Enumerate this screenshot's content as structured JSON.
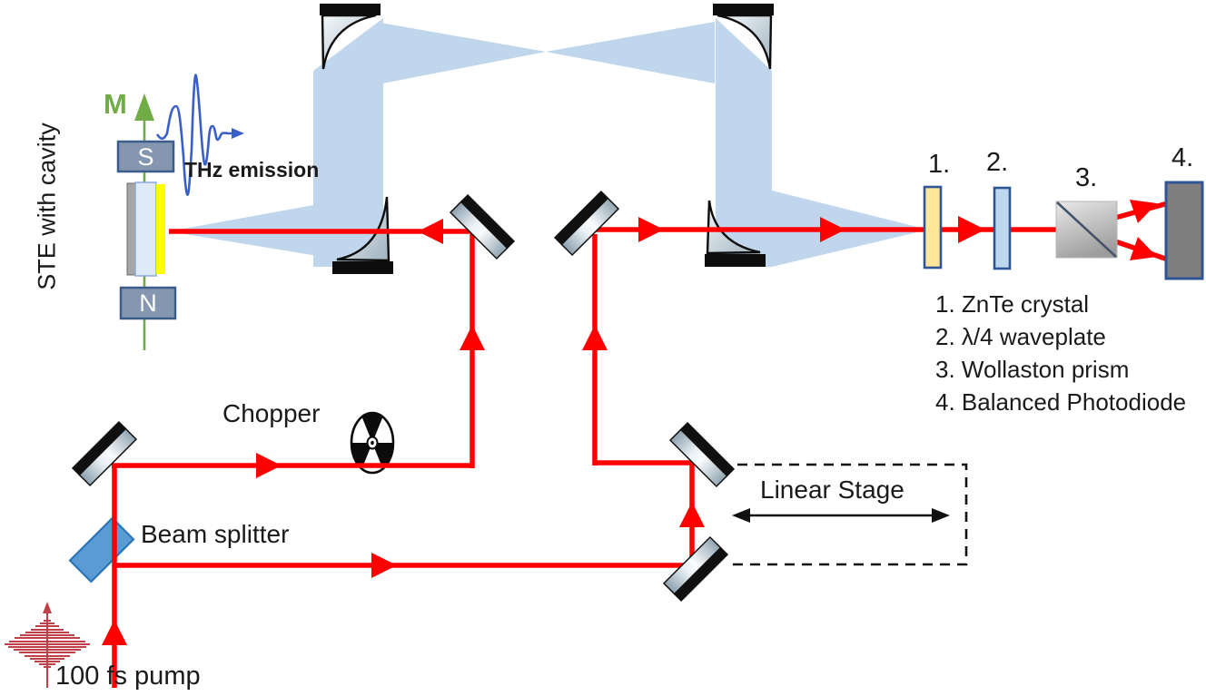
{
  "labels": {
    "ste": "STE with cavity",
    "magnetization": "M",
    "magnet_south": "S",
    "magnet_north": "N",
    "thz_emission": "THz emission",
    "chopper": "Chopper",
    "beam_splitter": "Beam splitter",
    "pump": "100 fs pump",
    "linear_stage": "Linear Stage"
  },
  "component_numbers": {
    "n1": "1.",
    "n2": "2.",
    "n3": "3.",
    "n4": "4."
  },
  "legend": {
    "items": [
      "1. ZnTe crystal",
      "2. λ/4 waveplate",
      "3. Wollaston prism",
      "4. Balanced Photodiode"
    ]
  },
  "colors": {
    "beam_red": "#FF0000",
    "thz_beam": "#BFD6EC",
    "accent_green": "#70AD47",
    "waveform_blue": "#3A5FC8",
    "magnet_fill": "#8496B0",
    "magnet_border": "#3D5C8C",
    "splitter_fill": "#5B9BD5",
    "splitter_border": "#2E75B6",
    "znte_fill": "#FFE699",
    "waveplate_fill": "#BDD7EE",
    "component_border": "#2F5597",
    "photodiode_fill": "#7F7F7F",
    "prism_diag": "#44546A",
    "sample_gray": "#A6A6A6",
    "sample_body": "#DEEBF7",
    "sample_yellow": "#FFFF00",
    "pulse_red": "#C0404A",
    "text_black": "#1A1A1A"
  }
}
